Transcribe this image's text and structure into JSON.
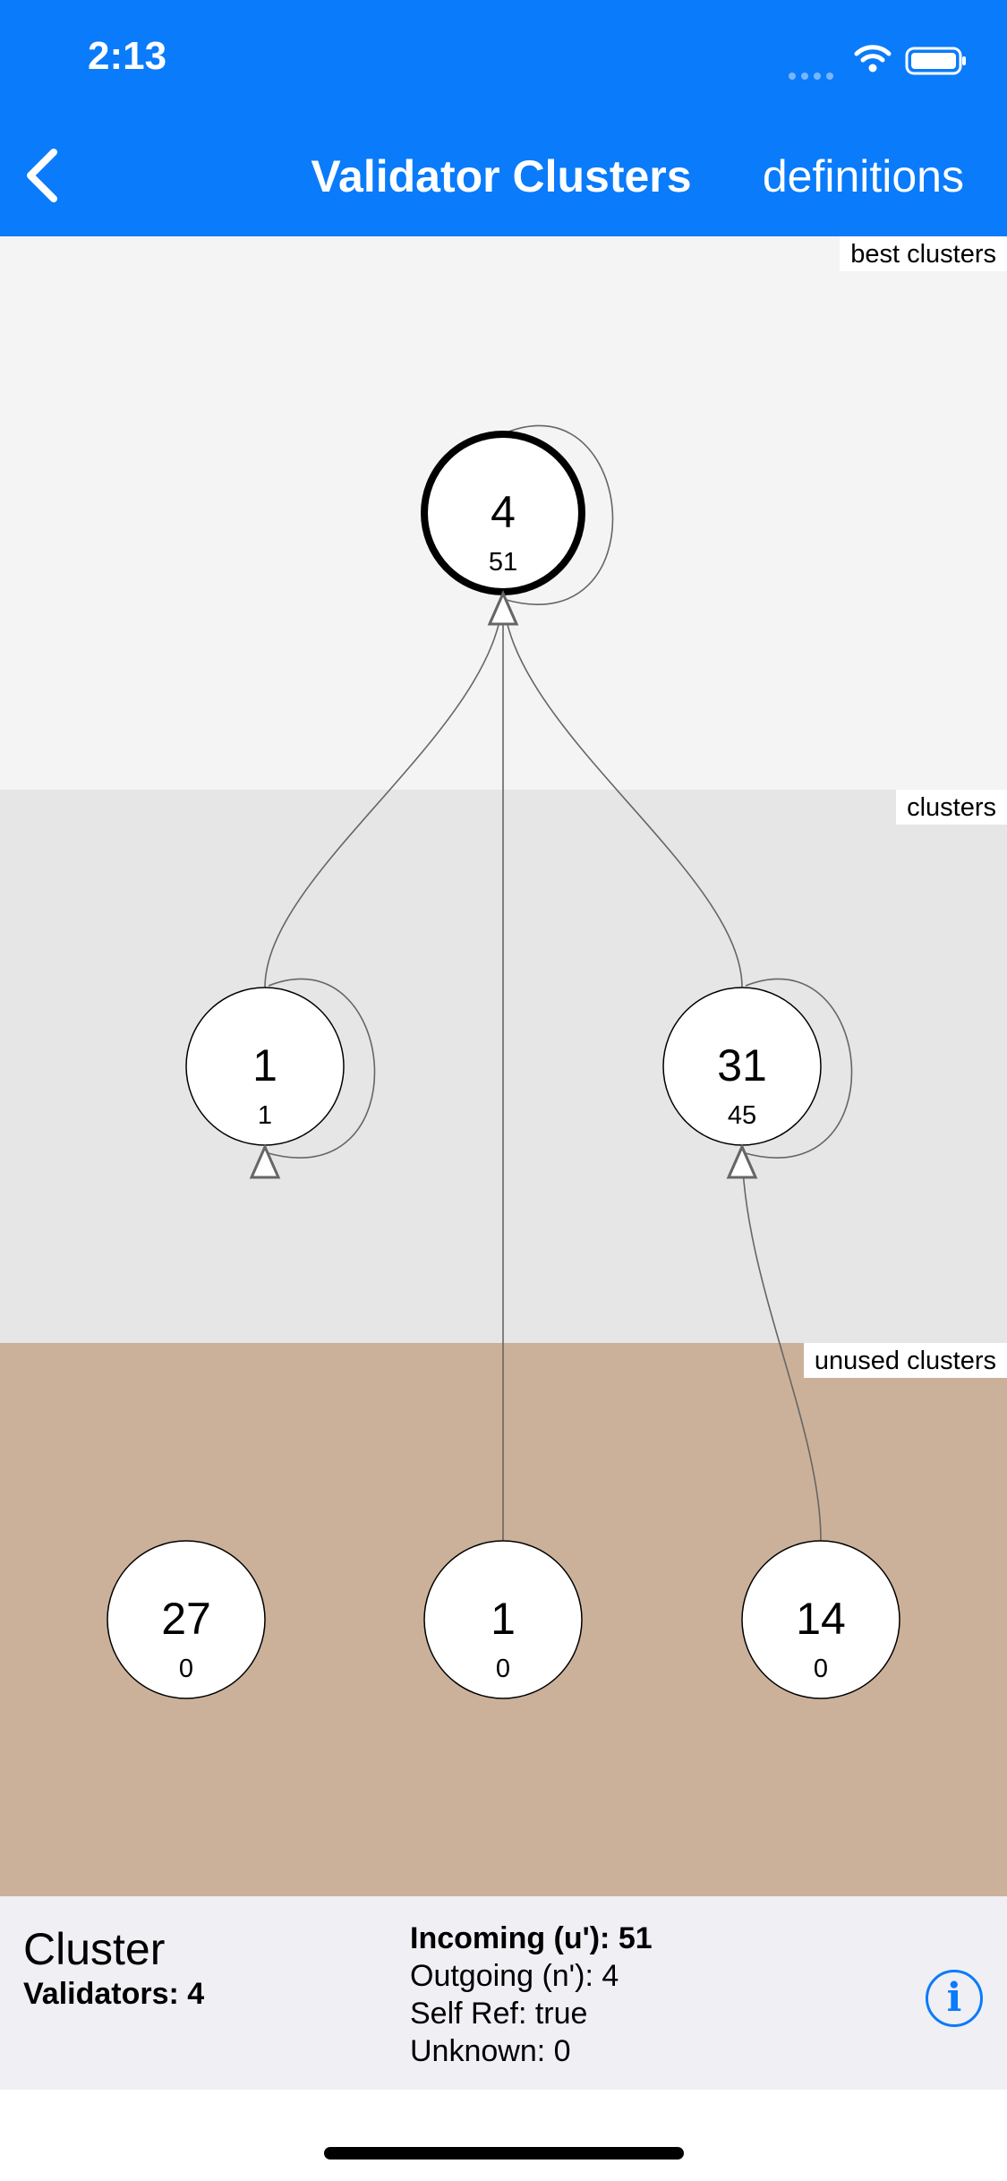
{
  "status_bar": {
    "time": "2:13"
  },
  "nav": {
    "title": "Validator Clusters",
    "right_label": "definitions"
  },
  "bands": [
    {
      "label": "best clusters",
      "color": "#f4f4f4"
    },
    {
      "label": "clusters",
      "color": "#e6e6e6"
    },
    {
      "label": "unused clusters",
      "color": "#cbb19a"
    }
  ],
  "nodes": [
    {
      "id": "n4",
      "size": "4",
      "incoming": "51",
      "band": 0,
      "selected": true
    },
    {
      "id": "n1a",
      "size": "1",
      "incoming": "1",
      "band": 1,
      "selected": false
    },
    {
      "id": "n31",
      "size": "31",
      "incoming": "45",
      "band": 1,
      "selected": false
    },
    {
      "id": "n27",
      "size": "27",
      "incoming": "0",
      "band": 2,
      "selected": false
    },
    {
      "id": "n1b",
      "size": "1",
      "incoming": "0",
      "band": 2,
      "selected": false
    },
    {
      "id": "n14",
      "size": "14",
      "incoming": "0",
      "band": 2,
      "selected": false
    }
  ],
  "edges": [
    {
      "from": "n4",
      "to": "n4"
    },
    {
      "from": "n1a",
      "to": "n1a"
    },
    {
      "from": "n31",
      "to": "n31"
    },
    {
      "from": "n1a",
      "to": "n4"
    },
    {
      "from": "n1b",
      "to": "n4"
    },
    {
      "from": "n31",
      "to": "n4"
    },
    {
      "from": "n14",
      "to": "n31"
    }
  ],
  "info": {
    "title": "Cluster",
    "validators": "Validators: 4",
    "incoming": "Incoming (u'): 51",
    "outgoing": "Outgoing (n'): 4",
    "self_ref": "Self Ref: true",
    "unknown": "Unknown: 0"
  },
  "colors": {
    "accent": "#0a7bfa",
    "edge": "#666666",
    "node_fill": "#ffffff"
  },
  "icons": [
    "back-chevron-icon",
    "wifi-icon",
    "battery-icon",
    "info-icon"
  ]
}
